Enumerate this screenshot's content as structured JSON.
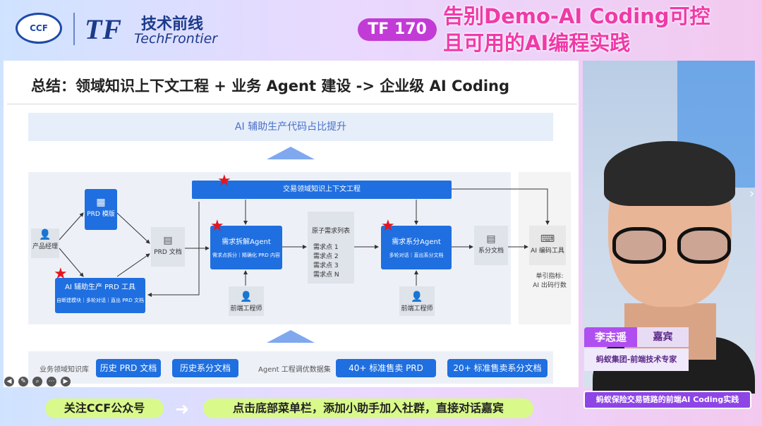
{
  "header": {
    "ccf_logo_text": "CCF",
    "brand_mark": "TF",
    "brand_cn": "技术前线",
    "brand_en": "TechFrontier",
    "badge": "TF 170",
    "talk_title_line1": "告别Demo-AI Coding可控",
    "talk_title_line2": "且可用的AI编程实践"
  },
  "slide": {
    "title": "总结：领域知识上下文工程 + 业务 Agent 建设 -> 企业级 AI Coding",
    "top_banner": "AI 辅助生产代码占比提升",
    "diagram": {
      "context_bar": "交易领域知识上下文工程",
      "product_manager": "产品经理",
      "prd_template": "PRD 模版",
      "ai_prd_tool_title": "AI 辅助生产 PRD 工具",
      "ai_prd_tool_sub": "自断建模块｜多轮对话｜直出 PRD 文档",
      "prd_doc": "PRD 文档",
      "req_agent_title": "需求拆解Agent",
      "req_agent_sub": "需求点拆分｜精确化 PRD 内容",
      "atomic_list_title": "原子需求列表",
      "atomic_items": [
        "需求点 1",
        "需求点 2",
        "需求点 3",
        "需求点 N"
      ],
      "sys_agent_title": "需求系分Agent",
      "sys_agent_sub": "多轮对话｜直出系分文档",
      "sys_doc": "系分文档",
      "ai_coding_tool": "AI 编码工具",
      "north_star_label": "单引指标:",
      "north_star_value": "AI 出码行数",
      "frontend_engineer_1": "前端工程师",
      "frontend_engineer_2": "前端工程师"
    },
    "bottom": {
      "label_left": "业务领域知识库",
      "pill_1": "历史 PRD 文档",
      "pill_2": "历史系分文档",
      "label_right": "Agent 工程调优数据集",
      "pill_3": "40+ 标准售卖 PRD",
      "pill_4": "20+ 标准售卖系分文档"
    }
  },
  "speaker": {
    "name": "李志遥",
    "role": "嘉宾",
    "org": "蚂蚁集团-前端技术专家",
    "talk_sub": "蚂蚁保险交易链路的前端AI Coding实践"
  },
  "promo": {
    "left": "关注CCF公众号",
    "arrow": "➜",
    "right": "点击底部菜单栏，添加小助手加入社群，直接对话嘉宾"
  },
  "icons": {
    "person": "person-icon",
    "doc": "document-icon",
    "star": "star-icon"
  }
}
